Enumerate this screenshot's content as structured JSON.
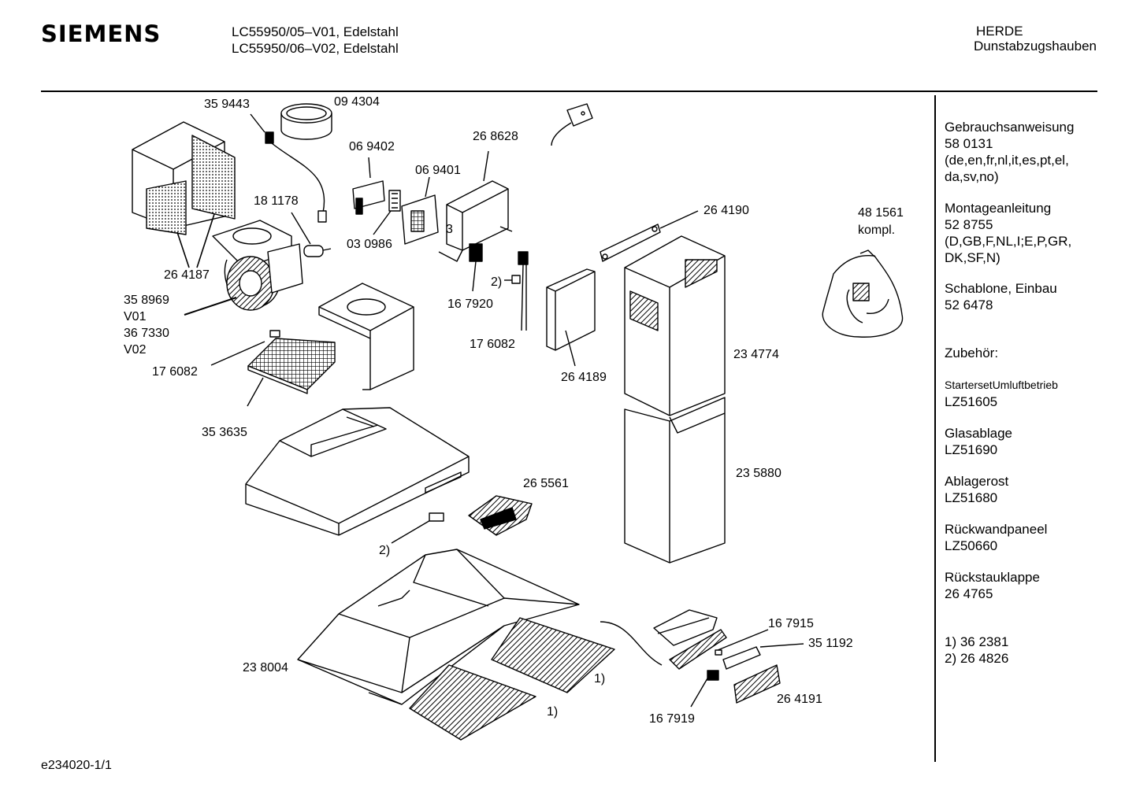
{
  "header": {
    "brand": "SIEMENS",
    "models": [
      "LC55950/05–V01,  Edelstahl",
      "LC55950/06–V02,  Edelstahl"
    ],
    "category": [
      "HERDE",
      "Dunstabzugshauben"
    ]
  },
  "sidebar": {
    "blocks": [
      {
        "lines": [
          "Gebrauchsanweisung",
          "58 0131",
          "(de,en,fr,nl,it,es,pt,el,",
          "da,sv,no)"
        ]
      },
      {
        "lines": [
          "Montageanleitung",
          "52 8755",
          "(D,GB,F,NL,I;E,P,GR,",
          "DK,SF,N)"
        ]
      },
      {
        "lines": [
          "Schablone, Einbau",
          "52 6478"
        ]
      },
      {
        "lines": [
          "Zubehör:"
        ]
      },
      {
        "lines": [
          "StartersetUmluftbetrieb",
          "LZ51605"
        ]
      },
      {
        "lines": [
          "Glasablage",
          "LZ51690"
        ]
      },
      {
        "lines": [
          "Ablagerost",
          "LZ51680"
        ]
      },
      {
        "lines": [
          "Rückwandpaneel",
          "LZ50660"
        ]
      },
      {
        "lines": [
          "Rückstauklappe",
          "26 4765"
        ]
      },
      {
        "lines": [
          "1)  36 2381",
          "2)  26 4826"
        ]
      }
    ]
  },
  "parts": {
    "p359443": "35 9443",
    "p094304": "09 4304",
    "p069402": "06 9402",
    "p268628": "26 8628",
    "p069401": "06 9401",
    "p181178": "18 1178",
    "p030986": "03 0986",
    "p3": "3",
    "p264187": "26 4187",
    "p358969": "35 8969",
    "v01": "V01",
    "p367330": "36 7330",
    "v02": "V02",
    "p176082a": "17 6082",
    "p353635": "35 3635",
    "p167920": "16 7920",
    "p2a": "2)",
    "p176082b": "17 6082",
    "p264190": "26 4190",
    "p481561": "48 1561",
    "kompl": "kompl.",
    "p264189": "26 4189",
    "p234774": "23 4774",
    "p235880": "23 5880",
    "p265561": "26 5561",
    "p2b": "2)",
    "p238004": "23 8004",
    "p1a": "1)",
    "p1b": "1)",
    "p167915": "16 7915",
    "p351192": "35 1192",
    "p264191": "26 4191",
    "p167919": "16 7919"
  },
  "footer": "e234020-1/1"
}
